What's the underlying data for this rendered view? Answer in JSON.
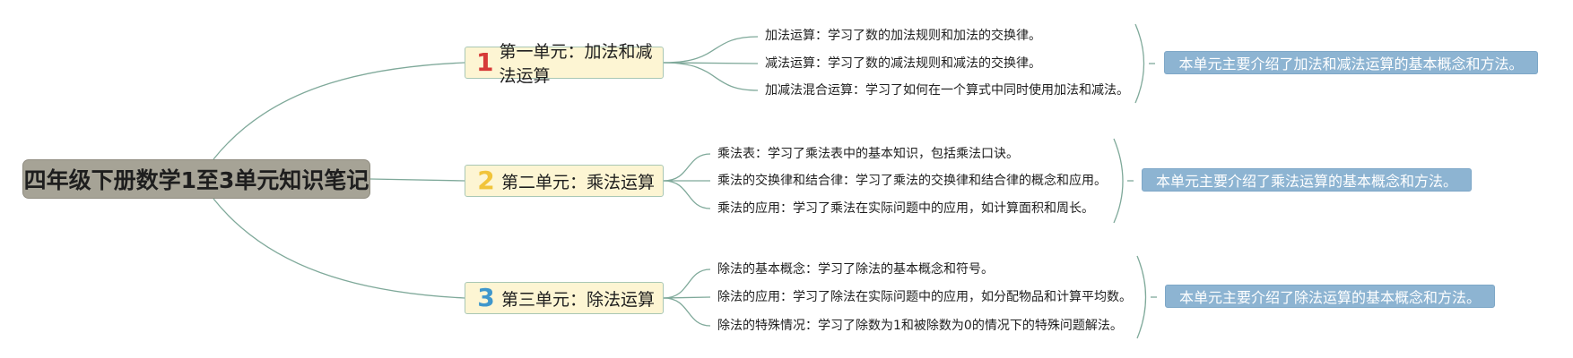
{
  "colors": {
    "root_fill": "#a6a396",
    "unit_fill": "#fdf5d3",
    "unit_border": "#a9c7b4",
    "connector": "#7fa99a",
    "summary_fill": "#8db4d2",
    "unit1_number": "#d63a37",
    "unit2_number": "#f1c43a",
    "unit3_number": "#3f97cc"
  },
  "root": {
    "title": "四年级下册数学1至3单元知识笔记"
  },
  "units": [
    {
      "number": "1",
      "title": "第一单元：加法和减法运算",
      "topics": [
        "加法运算：学习了数的加法规则和加法的交换律。",
        "减法运算：学习了数的减法规则和减法的交换律。",
        "加减法混合运算：学习了如何在一个算式中同时使用加法和减法。"
      ],
      "summary": "本单元主要介绍了加法和减法运算的基本概念和方法。"
    },
    {
      "number": "2",
      "title": "第二单元：乘法运算",
      "topics": [
        "乘法表：学习了乘法表中的基本知识，包括乘法口诀。",
        "乘法的交换律和结合律：学习了乘法的交换律和结合律的概念和应用。",
        "乘法的应用：学习了乘法在实际问题中的应用，如计算面积和周长。"
      ],
      "summary": "本单元主要介绍了乘法运算的基本概念和方法。"
    },
    {
      "number": "3",
      "title": "第三单元：除法运算",
      "topics": [
        "除法的基本概念：学习了除法的基本概念和符号。",
        "除法的应用：学习了除法在实际问题中的应用，如分配物品和计算平均数。",
        "除法的特殊情况：学习了除数为1和被除数为0的情况下的特殊问题解法。"
      ],
      "summary": "本单元主要介绍了除法运算的基本概念和方法。"
    }
  ]
}
